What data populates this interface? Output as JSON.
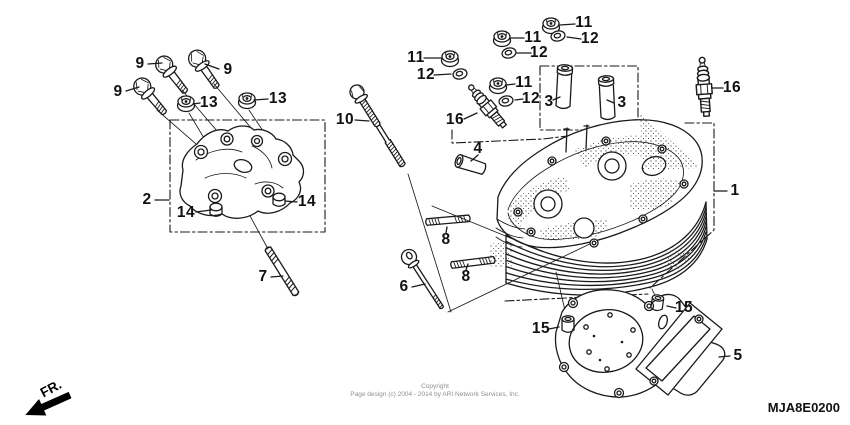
{
  "footer": {
    "diagram_code": "MJA8E0200",
    "copyright_line1": "Copyright",
    "copyright_line2": "Page design (c) 2004 - 2014 by ARI Network Services, Inc."
  },
  "orientation": {
    "front_label": "FR."
  },
  "callouts": [
    {
      "label": "9"
    },
    {
      "label": "9"
    },
    {
      "label": "9"
    },
    {
      "label": "13"
    },
    {
      "label": "13"
    },
    {
      "label": "2"
    },
    {
      "label": "14"
    },
    {
      "label": "14"
    },
    {
      "label": "7"
    },
    {
      "label": "10"
    },
    {
      "label": "11"
    },
    {
      "label": "12"
    },
    {
      "label": "11"
    },
    {
      "label": "12"
    },
    {
      "label": "11"
    },
    {
      "label": "12"
    },
    {
      "label": "11"
    },
    {
      "label": "12"
    },
    {
      "label": "16"
    },
    {
      "label": "16"
    },
    {
      "label": "3"
    },
    {
      "label": "3"
    },
    {
      "label": "4"
    },
    {
      "label": "1"
    },
    {
      "label": "8"
    },
    {
      "label": "8"
    },
    {
      "label": "6"
    },
    {
      "label": "15"
    },
    {
      "label": "15"
    },
    {
      "label": "5"
    }
  ]
}
